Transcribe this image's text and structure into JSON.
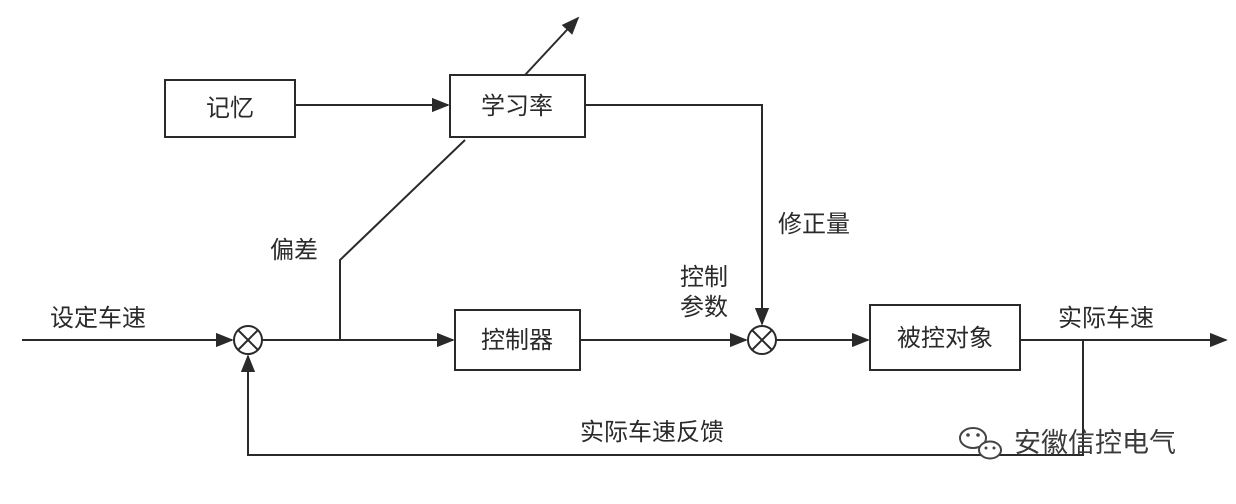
{
  "blocks": {
    "memory": "记忆",
    "learning_rate": "学习率",
    "controller": "控制器",
    "plant": "被控对象"
  },
  "signals": {
    "setpoint": "设定车速",
    "error": "偏差",
    "control_params": "控制\n参数",
    "correction": "修正量",
    "actual_speed": "实际车速",
    "feedback": "实际车速反馈"
  },
  "watermark": {
    "text": "安徽信控电气",
    "icon": "wechat-icon"
  },
  "colors": {
    "line": "#2a2a2a",
    "background": "#ffffff",
    "box_border": "#2a2a2a"
  }
}
